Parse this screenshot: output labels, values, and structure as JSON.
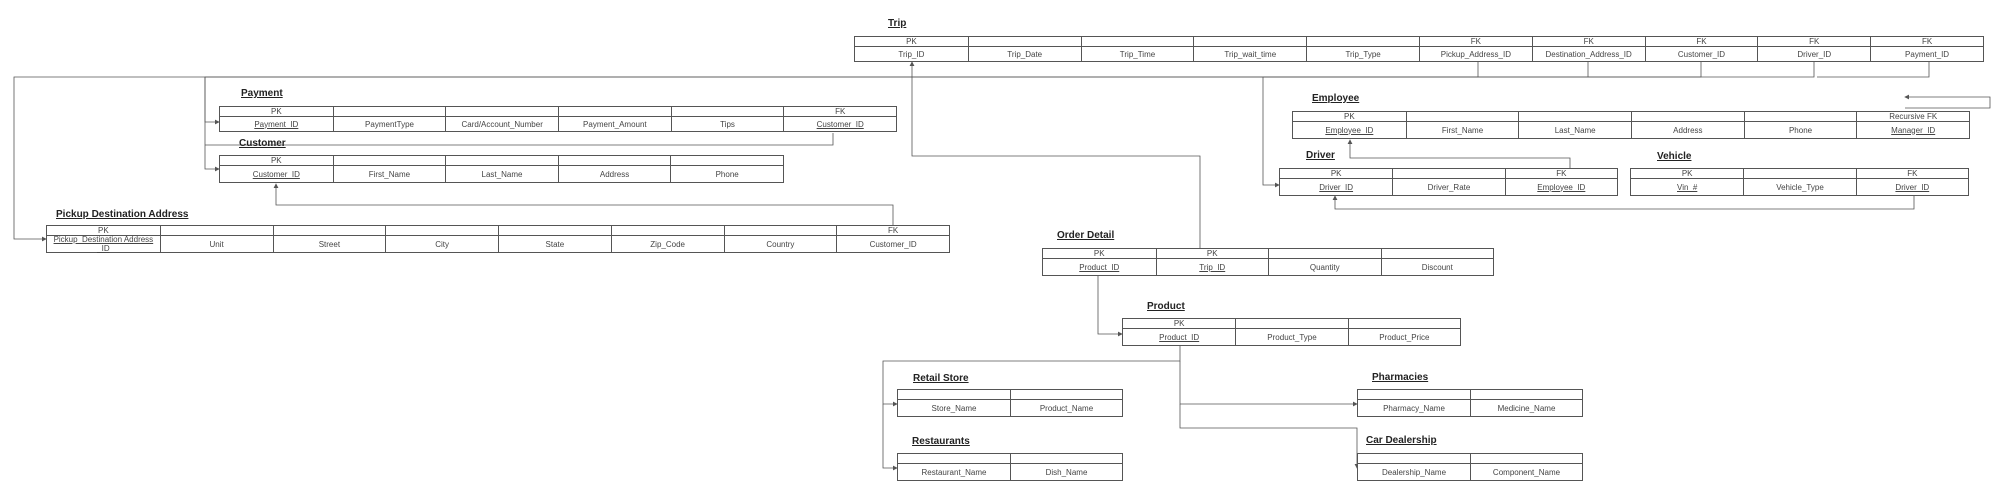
{
  "entities": [
    {
      "id": "trip",
      "title": "Trip",
      "attributes": [
        {
          "key": "PK",
          "name": "Trip_ID",
          "underline": false
        },
        {
          "key": "",
          "name": "Trip_Date",
          "underline": false
        },
        {
          "key": "",
          "name": "Trip_Time",
          "underline": false
        },
        {
          "key": "",
          "name": "Trip_wait_time",
          "underline": false
        },
        {
          "key": "",
          "name": "Trip_Type",
          "underline": false
        },
        {
          "key": "FK",
          "name": "Pickup_Address_ID",
          "underline": false
        },
        {
          "key": "FK",
          "name": "Destination_Address_ID",
          "underline": false
        },
        {
          "key": "FK",
          "name": "Customer_ID",
          "underline": false
        },
        {
          "key": "FK",
          "name": "Driver_ID",
          "underline": false
        },
        {
          "key": "FK",
          "name": "Payment_ID",
          "underline": false
        }
      ]
    },
    {
      "id": "payment",
      "title": "Payment",
      "attributes": [
        {
          "key": "PK",
          "name": "Payment_ID",
          "underline": true
        },
        {
          "key": "",
          "name": "PaymentType",
          "underline": false
        },
        {
          "key": "",
          "name": "Card/Account_Number",
          "underline": false
        },
        {
          "key": "",
          "name": "Payment_Amount",
          "underline": false
        },
        {
          "key": "",
          "name": "Tips",
          "underline": false
        },
        {
          "key": "FK",
          "name": "Customer_ID",
          "underline": true
        }
      ]
    },
    {
      "id": "customer",
      "title": "Customer",
      "attributes": [
        {
          "key": "PK",
          "name": "Customer_ID",
          "underline": true
        },
        {
          "key": "",
          "name": "First_Name",
          "underline": false
        },
        {
          "key": "",
          "name": "Last_Name",
          "underline": false
        },
        {
          "key": "",
          "name": "Address",
          "underline": false
        },
        {
          "key": "",
          "name": "Phone",
          "underline": false
        }
      ]
    },
    {
      "id": "pickup",
      "title": "Pickup Destination Address",
      "attributes": [
        {
          "key": "PK",
          "name": "Pickup_Destination Address _ID",
          "underline": true
        },
        {
          "key": "",
          "name": "Unit",
          "underline": false
        },
        {
          "key": "",
          "name": "Street",
          "underline": false
        },
        {
          "key": "",
          "name": "City",
          "underline": false
        },
        {
          "key": "",
          "name": "State",
          "underline": false
        },
        {
          "key": "",
          "name": "Zip_Code",
          "underline": false
        },
        {
          "key": "",
          "name": "Country",
          "underline": false
        },
        {
          "key": "FK",
          "name": "Customer_ID",
          "underline": false
        }
      ]
    },
    {
      "id": "employee",
      "title": "Employee",
      "attributes": [
        {
          "key": "PK",
          "name": "Employee_ID",
          "underline": true
        },
        {
          "key": "",
          "name": "First_Name",
          "underline": false
        },
        {
          "key": "",
          "name": "Last_Name",
          "underline": false
        },
        {
          "key": "",
          "name": "Address",
          "underline": false
        },
        {
          "key": "",
          "name": "Phone",
          "underline": false
        },
        {
          "key": "Recursive FK",
          "name": "Manager_ID",
          "underline": true
        }
      ]
    },
    {
      "id": "driver",
      "title": "Driver",
      "attributes": [
        {
          "key": "PK",
          "name": "Driver_ID",
          "underline": true
        },
        {
          "key": "",
          "name": "Driver_Rate",
          "underline": false
        },
        {
          "key": "FK",
          "name": "Employee_ID",
          "underline": true
        }
      ]
    },
    {
      "id": "vehicle",
      "title": "Vehicle",
      "attributes": [
        {
          "key": "PK",
          "name": "Vin_#",
          "underline": true
        },
        {
          "key": "",
          "name": "Vehicle_Type",
          "underline": false
        },
        {
          "key": "FK",
          "name": "Driver_ID",
          "underline": true
        }
      ]
    },
    {
      "id": "orderdetail",
      "title": "Order Detail",
      "attributes": [
        {
          "key": "PK",
          "name": "Product_ID",
          "underline": true
        },
        {
          "key": "PK",
          "name": "Trip_ID",
          "underline": true
        },
        {
          "key": "",
          "name": "Quantity",
          "underline": false
        },
        {
          "key": "",
          "name": "Discount",
          "underline": false
        }
      ]
    },
    {
      "id": "product",
      "title": "Product",
      "attributes": [
        {
          "key": "PK",
          "name": "Product_ID",
          "underline": true
        },
        {
          "key": "",
          "name": "Product_Type",
          "underline": false
        },
        {
          "key": "",
          "name": "Product_Price",
          "underline": false
        }
      ]
    },
    {
      "id": "retail",
      "title": "Retail Store",
      "attributes": [
        {
          "key": "",
          "name": "Store_Name",
          "underline": false
        },
        {
          "key": "",
          "name": "Product_Name",
          "underline": false
        }
      ]
    },
    {
      "id": "restaurants",
      "title": "Restaurants",
      "attributes": [
        {
          "key": "",
          "name": "Restaurant_Name",
          "underline": false
        },
        {
          "key": "",
          "name": "Dish_Name",
          "underline": false
        }
      ]
    },
    {
      "id": "pharmacies",
      "title": "Pharmacies",
      "attributes": [
        {
          "key": "",
          "name": "Pharmacy_Name",
          "underline": false
        },
        {
          "key": "",
          "name": "Medicine_Name",
          "underline": false
        }
      ]
    },
    {
      "id": "cardealership",
      "title": "Car Dealership",
      "attributes": [
        {
          "key": "",
          "name": "Dealership_Name",
          "underline": false
        },
        {
          "key": "",
          "name": "Component_Name",
          "underline": false
        }
      ]
    }
  ],
  "line_color": "#555555"
}
